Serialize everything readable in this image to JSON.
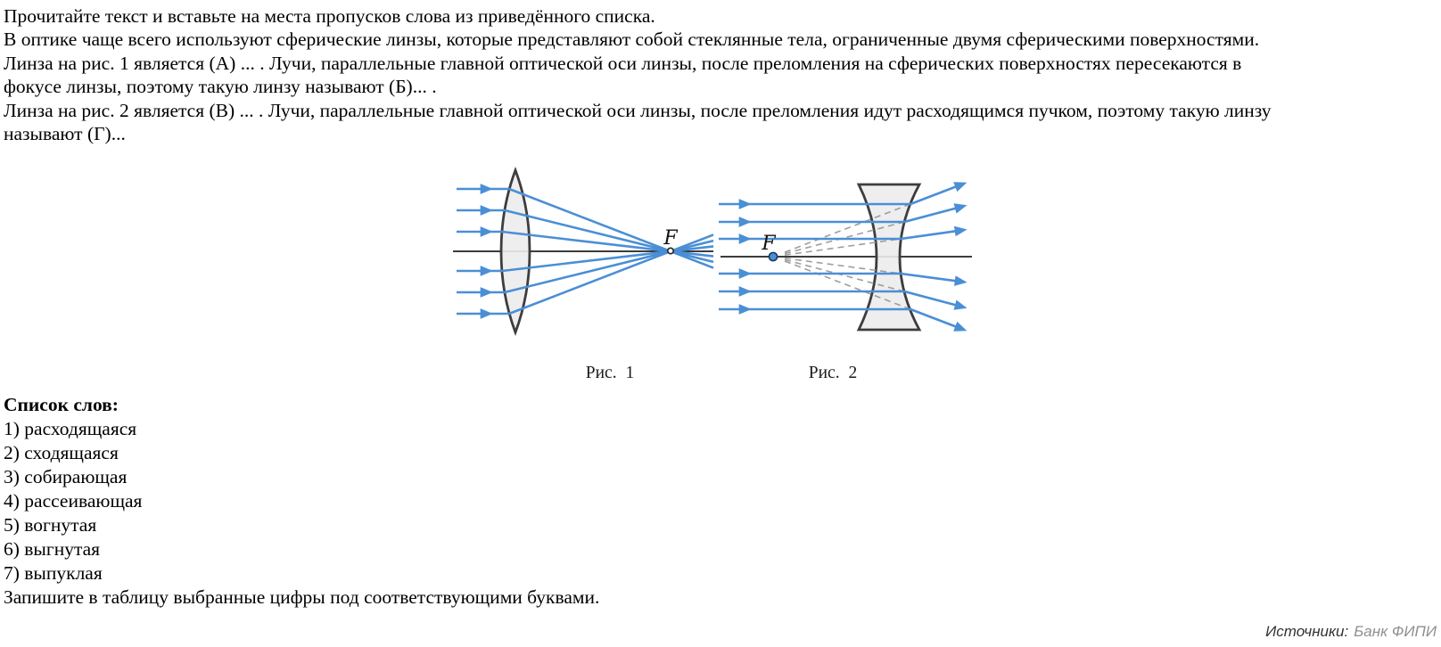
{
  "task": {
    "lines": [
      "Прочитайте текст и вставьте на места пропусков слова из приведённого списка.",
      "В оптике чаще всего используют сферические линзы, которые представляют собой стеклянные тела, ограниченные двумя сферическими поверхностями.",
      "Линза на рис. 1 является (А) ... . Лучи, параллельные главной оптической оси линзы, после преломления на сферических поверхностях пересекаются в",
      "фокусе линзы, поэтому такую линзу называют (Б)... .",
      "Линза на рис. 2 является (В) ... . Лучи, параллельные главной оптической оси линзы, после преломления идут расходящимся пучком, поэтому такую линзу",
      "называют (Г)..."
    ]
  },
  "figures": {
    "fig1": {
      "caption": "Рис. 1",
      "focus_label": "F"
    },
    "fig2": {
      "caption": "Рис. 2",
      "focus_label": "F"
    }
  },
  "word_list": {
    "title": "Список слов:",
    "items": [
      "1) расходящаяся",
      "2) сходящаяся",
      "3) собирающая",
      "4) рассеивающая",
      "5) вогнутая",
      "6) выгнутая",
      "7) выпуклая"
    ],
    "instruction": "Запишите в таблицу выбранные цифры под соответствующими буквами."
  },
  "source": {
    "label": "Источники:",
    "value": "Банк ФИПИ"
  },
  "colors": {
    "ray_blue": "#4a8fd6",
    "lens_fill": "#ececec",
    "lens_stroke": "#3d3d3d",
    "axis": "#3c3c3c",
    "dashed_virtual_ray": "#9e9e9e",
    "source_label": "#333333",
    "source_value": "#8f8f8f"
  }
}
